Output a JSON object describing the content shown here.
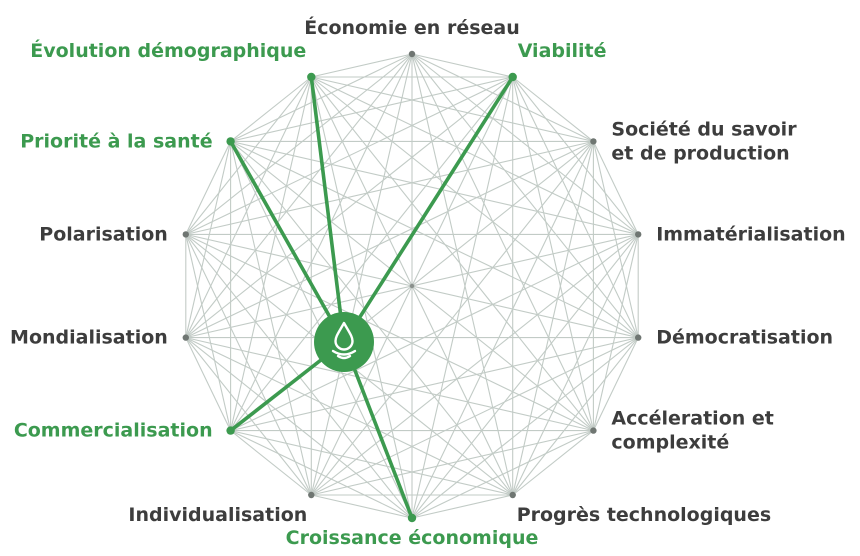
{
  "colors": {
    "accent": "#3c9a4f",
    "text": "#3d3d3d",
    "web_lines": "#c2cbc6",
    "node_dot": "#6f7672",
    "hub_icon": "#ffffff"
  },
  "hub": {
    "icon": "water-drop-icon",
    "connected_labels": [
      "Évolution démographique",
      "Viabilité",
      "Priorité à la santé",
      "Commercialisation",
      "Croissance économique"
    ]
  },
  "nodes": [
    {
      "id": "economie-en-reseau",
      "lines": [
        "Économie en réseau"
      ],
      "highlighted": false
    },
    {
      "id": "viabilite",
      "lines": [
        "Viabilité"
      ],
      "highlighted": true
    },
    {
      "id": "societe-du-savoir",
      "lines": [
        "Société du savoir",
        "et de production"
      ],
      "highlighted": false
    },
    {
      "id": "immaterialisation",
      "lines": [
        "Immatérialisation"
      ],
      "highlighted": false
    },
    {
      "id": "democratisation",
      "lines": [
        "Démocratisation"
      ],
      "highlighted": false
    },
    {
      "id": "acceleration-et-complexite",
      "lines": [
        "Accéleration et",
        "complexité"
      ],
      "highlighted": false
    },
    {
      "id": "progres-technologiques",
      "lines": [
        "Progrès technologiques"
      ],
      "highlighted": false
    },
    {
      "id": "croissance-economique",
      "lines": [
        "Croissance économique"
      ],
      "highlighted": true
    },
    {
      "id": "individualisation",
      "lines": [
        "Individualisation"
      ],
      "highlighted": false
    },
    {
      "id": "commercialisation",
      "lines": [
        "Commercialisation"
      ],
      "highlighted": true
    },
    {
      "id": "mondialisation",
      "lines": [
        "Mondialisation"
      ],
      "highlighted": false
    },
    {
      "id": "polarisation",
      "lines": [
        "Polarisation"
      ],
      "highlighted": false
    },
    {
      "id": "priorite-a-la-sante",
      "lines": [
        "Priorité à la santé"
      ],
      "highlighted": true
    },
    {
      "id": "evolution-demographique",
      "lines": [
        "Évolution démographique"
      ],
      "highlighted": true
    }
  ]
}
